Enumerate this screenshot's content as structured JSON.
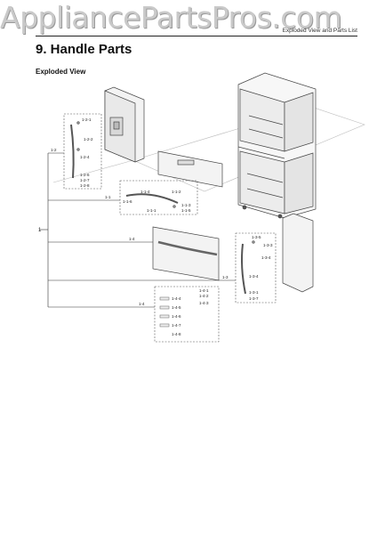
{
  "header": {
    "watermark": "AppliancePartsPros.com",
    "section_ref": "Exploded View and Parts List"
  },
  "page": {
    "title": "9.  Handle Parts",
    "subtitle": "Exploded View"
  },
  "callouts": {
    "root": "1",
    "group_upper": "1-2",
    "group_middle": "1-1",
    "group_lower_left": "1-4",
    "group_lower_mid": "1-4",
    "group_right": "1-3",
    "upper_box": [
      "1-2-1",
      "1-2-2",
      "1-2-4",
      "1-2-6",
      "1-2-7",
      "1-2-8"
    ],
    "middle_box": [
      "1-1-4",
      "1-1-6",
      "1-1-2",
      "1-1-3",
      "1-1-5",
      "1-1-1"
    ],
    "right_box": [
      "1-3-5",
      "1-3-3",
      "1-3-4",
      "1-3-4",
      "1-3-1",
      "1-3-7"
    ],
    "bottom_box": [
      "1-4-1",
      "1-4-2",
      "1-4-3",
      "1-4-4",
      "1-4-5",
      "1-4-6",
      "1-4-7",
      "1-4-8"
    ]
  }
}
